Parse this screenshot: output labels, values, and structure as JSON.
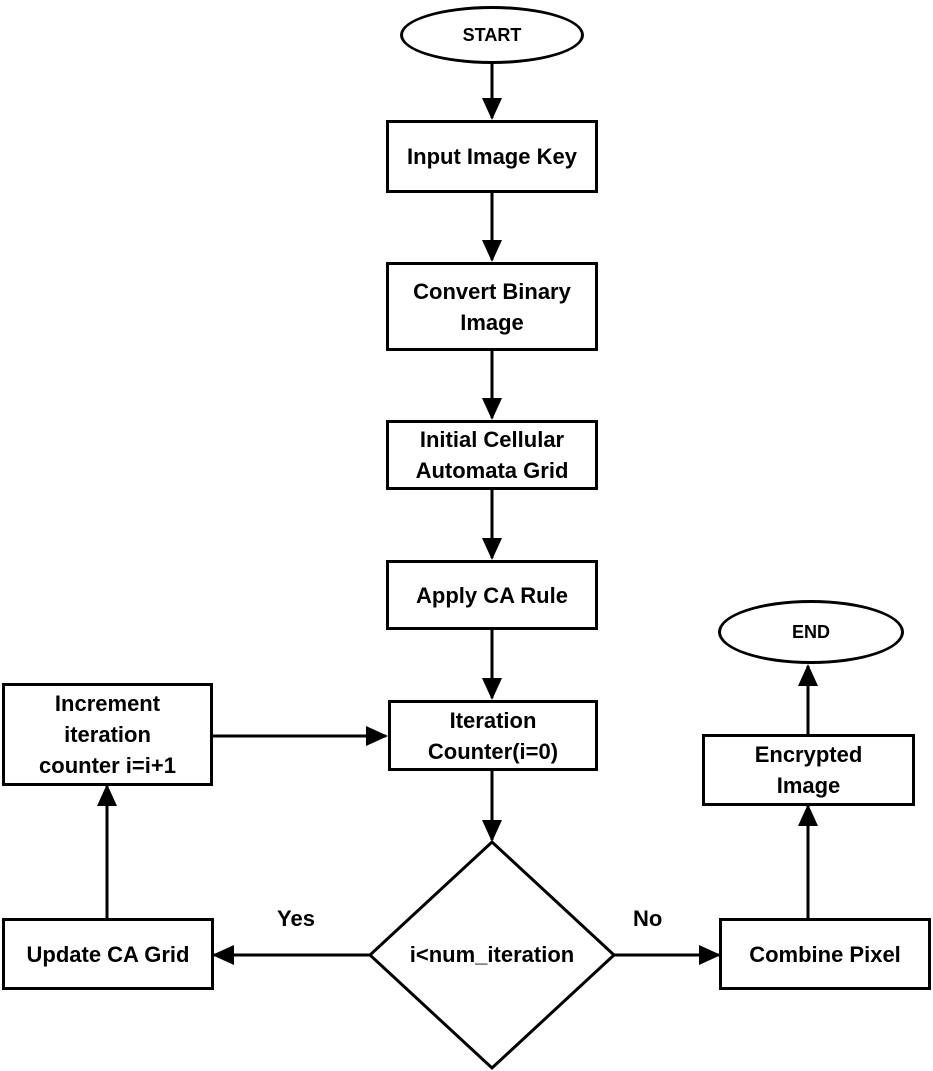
{
  "flowchart": {
    "nodes": {
      "start": "START",
      "input": "Input Image Key",
      "convert": "Convert Binary Image",
      "initial": "Initial Cellular Automata Grid",
      "apply": "Apply CA Rule",
      "counter": "Iteration Counter(i=0)",
      "decision": "i<num_iteration",
      "update": "Update CA Grid",
      "increment": "Increment iteration counter i=i+1",
      "combine": "Combine Pixel",
      "encrypted": "Encrypted Image",
      "end": "END"
    },
    "edge_labels": {
      "yes": "Yes",
      "no": "No"
    },
    "edges": [
      [
        "start",
        "input"
      ],
      [
        "input",
        "convert"
      ],
      [
        "convert",
        "initial"
      ],
      [
        "initial",
        "apply"
      ],
      [
        "apply",
        "counter"
      ],
      [
        "counter",
        "decision"
      ],
      [
        "decision",
        "update",
        "yes"
      ],
      [
        "update",
        "increment"
      ],
      [
        "increment",
        "counter"
      ],
      [
        "decision",
        "combine",
        "no"
      ],
      [
        "combine",
        "encrypted"
      ],
      [
        "encrypted",
        "end"
      ]
    ]
  }
}
